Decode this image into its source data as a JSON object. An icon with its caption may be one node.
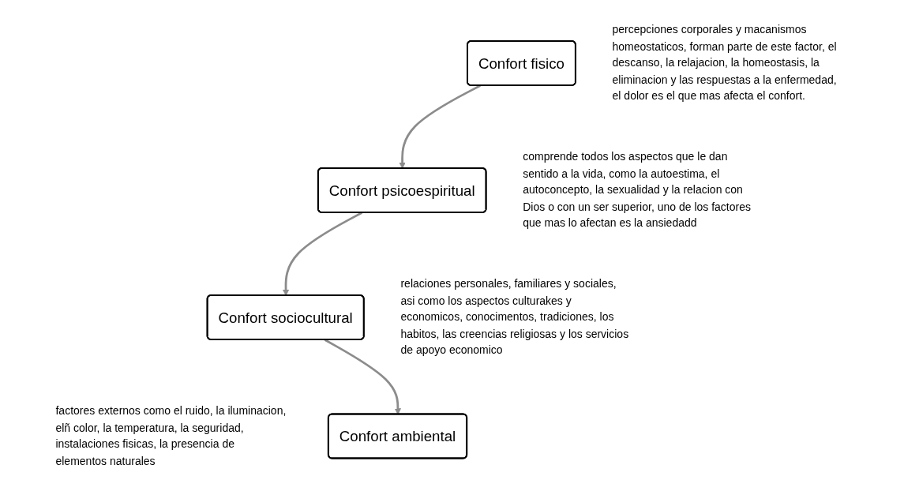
{
  "diagram": {
    "nodes": [
      {
        "text": [
          "Confort fisico"
        ],
        "beside": [
          "percepciones corporales y macanismos homeostaticos, forman parte de este factor, el descanso, la relajacion, la homeostasis, la eliminacion y las respuestas a la enfermedad, el dolor es el que mas afecta el confort."
        ]
      },
      {
        "text": [
          "Confort psicoespiritual"
        ],
        "beside": [
          "comprende todos los aspectos que le dan sentido a la vida, como la autoestima, el autoconcepto, la sexualidad y la relacion con Dios o con un ser superior, uno de los factores que mas lo afectan es la ansiedadd"
        ]
      },
      {
        "text": [
          "Confort sociocultural"
        ],
        "beside": [
          "relaciones personales, familiares y sociales, asi como los aspectos culturakes y economicos, conocimentos, tradiciones, los habitos, las creencias religiosas y los servicios de apoyo economico"
        ]
      },
      {
        "text": [
          "Confort ambiental"
        ],
        "beside": [
          "factores externos como el ruido, la iluminacion, elñ color, la temperatura, la seguridad, instalaciones fisicas, la presencia de elementos naturales"
        ]
      }
    ],
    "edges": [
      {
        "from": 0,
        "to": 1,
        "arrow": "to"
      },
      {
        "from": 1,
        "to": 2,
        "arrow": "to"
      },
      {
        "from": 2,
        "to": 3,
        "arrow": "to"
      }
    ]
  }
}
